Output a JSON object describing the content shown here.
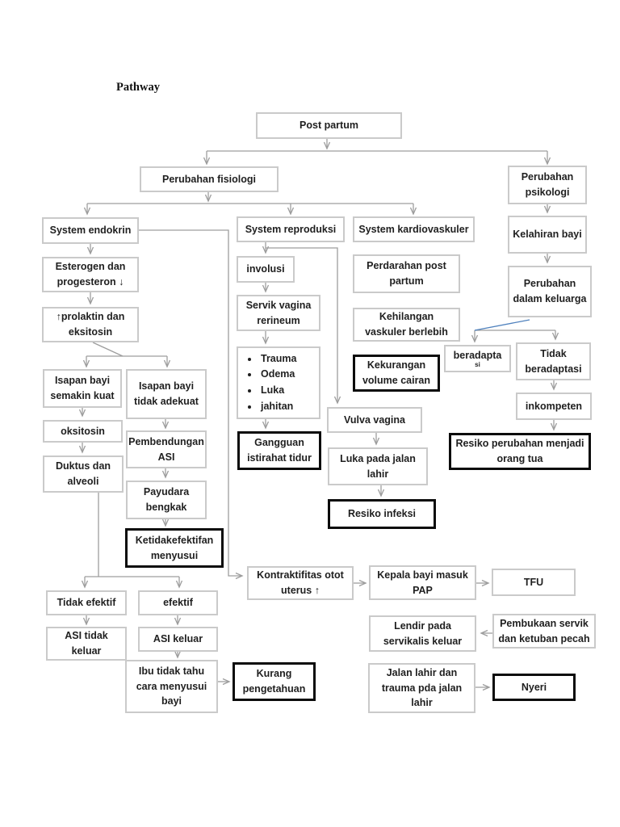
{
  "page": {
    "title": "Pathway"
  },
  "colors": {
    "box_border": "#cacaca",
    "emphasis_border": "#0b0b0b",
    "connector": "#9d9d9d",
    "blue_connector": "#4f81bd",
    "text": "#1f1f1f"
  },
  "nodes": {
    "post_partum": "Post partum",
    "perubahan_fisiologi": "Perubahan fisiologi",
    "perubahan_psikologi": "Perubahan psikologi",
    "system_endokrin": "System endokrin",
    "system_reproduksi": "System reproduksi",
    "system_kardiovaskuler": "System kardiovaskuler",
    "kelahiran_bayi": "Kelahiran bayi",
    "esterogen": "Esterogen dan progesteron ↓",
    "involusi": "involusi",
    "perdarahan": "Perdarahan post partum",
    "perubahan_keluarga": "Perubahan dalam keluarga",
    "prolaktin": "↑prolaktin dan eksitosin",
    "servik_vagina": "Servik vagina rerineum",
    "kehilangan_vaskuler": "Kehilangan vaskuler berlebih",
    "beradaptasi": {
      "line1": "beradapta",
      "line2": "si"
    },
    "tidak_beradaptasi": "Tidak beradaptasi",
    "trauma_list": {
      "items": [
        "Trauma",
        "Odema",
        "Luka",
        "jahitan"
      ]
    },
    "kekurangan_cairan": "Kekurangan volume cairan",
    "isapan_kuat": "Isapan bayi semakin kuat",
    "isapan_tidak_adekuat": "Isapan bayi tidak adekuat",
    "inkompeten": "inkompeten",
    "oksitosin": "oksitosin",
    "vulva_vagina": "Vulva vagina",
    "gangguan_tidur": "Gangguan istirahat tidur",
    "pembendungan_asi": "Pembendungan ASI",
    "resiko_orang_tua": "Resiko perubahan menjadi orang tua",
    "duktus": "Duktus dan alveoli",
    "luka_jalan_lahir": "Luka pada jalan lahir",
    "payudara": "Payudara bengkak",
    "resiko_infeksi": "Resiko infeksi",
    "ketidakefektifan": "Ketidakefektifan menyusui",
    "kontraktifitas": "Kontraktifitas otot uterus ↑",
    "kepala_bayi": "Kepala bayi masuk PAP",
    "tfu": "TFU",
    "tidak_efektif": "Tidak efektif",
    "efektif": "efektif",
    "asi_tidak_keluar": "ASI tidak keluar",
    "asi_keluar": "ASI keluar",
    "lendir": "Lendir pada servikalis keluar",
    "pembukaan_servik": "Pembukaan servik dan ketuban pecah",
    "ibu_tidak_tahu": "Ibu tidak tahu cara menyusui bayi",
    "kurang_pengetahuan": "Kurang pengetahuan",
    "jalan_lahir_trauma": "Jalan lahir dan trauma pda jalan lahir",
    "nyeri": "Nyeri"
  }
}
